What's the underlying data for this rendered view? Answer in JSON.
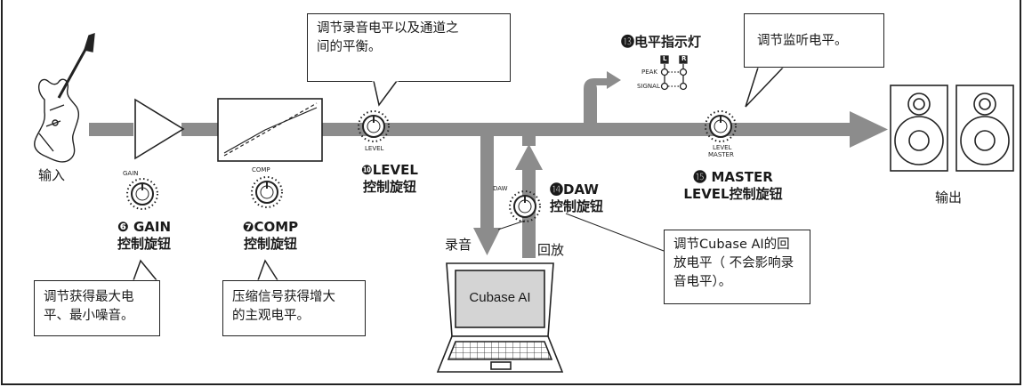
{
  "labels": {
    "input": "输入",
    "output": "输出",
    "record": "录音",
    "playback": "回放",
    "laptop_screen": "Cubase AI"
  },
  "controls": {
    "gain": {
      "number": "❻",
      "name": "GAIN",
      "sub": "控制旋钮",
      "knob_text": "GAIN"
    },
    "comp": {
      "number": "❼",
      "name": "COMP",
      "sub": "控制旋钮",
      "knob_text": "COMP"
    },
    "level": {
      "number": "❿",
      "name": "LEVEL",
      "sub": "控制旋钮",
      "knob_text": "LEVEL"
    },
    "daw": {
      "number": "⓮",
      "name": "DAW",
      "sub": "控制旋钮",
      "knob_text": "DAW"
    },
    "master": {
      "number": "⓯",
      "line1": "MASTER",
      "line2": "LEVEL控制旋钮",
      "knob_text_1": "LEVEL",
      "knob_text_2": "MASTER"
    },
    "meter": {
      "number": "⓭",
      "name": "电平指示灯",
      "peak": "PEAK",
      "signal": "SIGNAL",
      "left": "L",
      "right": "R"
    }
  },
  "callouts": {
    "level": [
      "调节录音电平以及通道之",
      "间的平衡。"
    ],
    "monitor": [
      "调节监听电平。"
    ],
    "gain": [
      "调节获得最大电",
      "平、最小噪音。"
    ],
    "comp": [
      "压缩信号获得增大",
      "的主观电平。"
    ],
    "daw": [
      "调节Cubase AI的回",
      "放电平（ 不会影响录",
      "音电平）。"
    ]
  },
  "colors": {
    "signal_path": "#8c8c8c",
    "outline": "#222222",
    "screen_fill": "#d4d4d4"
  }
}
